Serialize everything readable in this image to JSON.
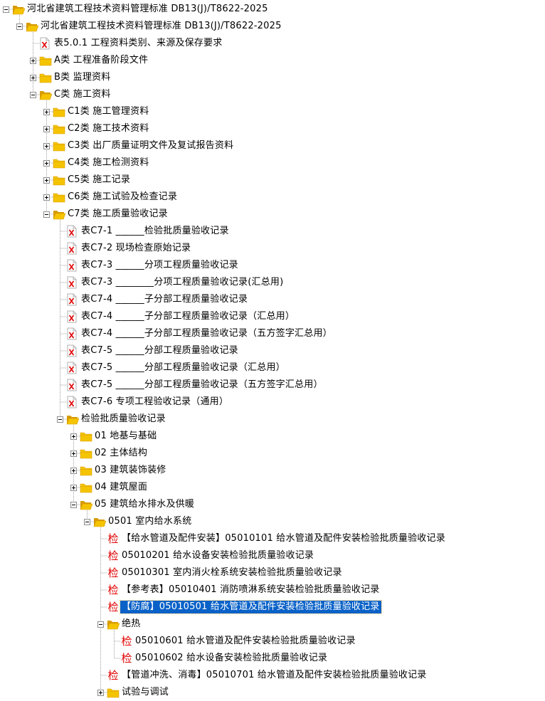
{
  "tree": {
    "items": [
      {
        "level": 0,
        "icon": "folder-open-icon",
        "toggle": "expanded",
        "text": "河北省建筑工程技术资料管理标准 DB13(J)/T8622-2025"
      },
      {
        "level": 1,
        "icon": "folder-open-icon",
        "toggle": "expanded",
        "text": "河北省建筑工程技术资料管理标准 DB13(J)/T8622-2025"
      },
      {
        "level": 2,
        "icon": "excel-file-icon",
        "toggle": "none",
        "text": "表5.0.1 工程资料类别、来源及保存要求"
      },
      {
        "level": 2,
        "icon": "folder-closed-icon",
        "toggle": "collapsed",
        "text": "A类 工程准备阶段文件"
      },
      {
        "level": 2,
        "icon": "folder-closed-icon",
        "toggle": "collapsed",
        "text": "B类 监理资料"
      },
      {
        "level": 2,
        "icon": "folder-open-icon",
        "toggle": "expanded",
        "text": "C类 施工资料"
      },
      {
        "level": 3,
        "icon": "folder-closed-icon",
        "toggle": "collapsed",
        "text": "C1类 施工管理资料"
      },
      {
        "level": 3,
        "icon": "folder-closed-icon",
        "toggle": "collapsed",
        "text": "C2类 施工技术资料"
      },
      {
        "level": 3,
        "icon": "folder-closed-icon",
        "toggle": "collapsed",
        "text": "C3类 出厂质量证明文件及复试报告资料"
      },
      {
        "level": 3,
        "icon": "folder-closed-icon",
        "toggle": "collapsed",
        "text": "C4类 施工检测资料"
      },
      {
        "level": 3,
        "icon": "folder-closed-icon",
        "toggle": "collapsed",
        "text": "C5类 施工记录"
      },
      {
        "level": 3,
        "icon": "folder-closed-icon",
        "toggle": "collapsed",
        "text": "C6类 施工试验及检查记录"
      },
      {
        "level": 3,
        "icon": "folder-open-icon",
        "toggle": "expanded",
        "text": "C7类 施工质量验收记录"
      },
      {
        "level": 4,
        "icon": "excel-file-icon",
        "toggle": "none",
        "text": "表C7-1 ______检验批质量验收记录"
      },
      {
        "level": 4,
        "icon": "excel-file-icon",
        "toggle": "none",
        "text": "表C7-2 现场检查原始记录"
      },
      {
        "level": 4,
        "icon": "excel-file-icon",
        "toggle": "none",
        "text": "表C7-3 ______分项工程质量验收记录"
      },
      {
        "level": 4,
        "icon": "excel-file-icon",
        "toggle": "none",
        "text": "表C7-3 ________分项工程质量验收记录(汇总用)"
      },
      {
        "level": 4,
        "icon": "excel-file-icon",
        "toggle": "none",
        "text": "表C7-4 ______子分部工程质量验收记录"
      },
      {
        "level": 4,
        "icon": "excel-file-icon",
        "toggle": "none",
        "text": "表C7-4 ______子分部工程质量验收记录（汇总用）"
      },
      {
        "level": 4,
        "icon": "excel-file-icon",
        "toggle": "none",
        "text": "表C7-4 ______子分部工程质量验收记录（五方签字汇总用）"
      },
      {
        "level": 4,
        "icon": "excel-file-icon",
        "toggle": "none",
        "text": "表C7-5 ______分部工程质量验收记录"
      },
      {
        "level": 4,
        "icon": "excel-file-icon",
        "toggle": "none",
        "text": "表C7-5 ______分部工程质量验收记录（汇总用）"
      },
      {
        "level": 4,
        "icon": "excel-file-icon",
        "toggle": "none",
        "text": "表C7-5 ______分部工程质量验收记录（五方签字汇总用）"
      },
      {
        "level": 4,
        "icon": "excel-file-icon",
        "toggle": "none",
        "text": "表C7-6 专项工程验收记录（通用）"
      },
      {
        "level": 4,
        "icon": "folder-open-icon",
        "toggle": "expanded",
        "text": "检验批质量验收记录"
      },
      {
        "level": 5,
        "icon": "folder-closed-icon",
        "toggle": "collapsed",
        "text": "01 地基与基础"
      },
      {
        "level": 5,
        "icon": "folder-closed-icon",
        "toggle": "collapsed",
        "text": "02 主体结构"
      },
      {
        "level": 5,
        "icon": "folder-closed-icon",
        "toggle": "collapsed",
        "text": "03 建筑装饰装修"
      },
      {
        "level": 5,
        "icon": "folder-closed-icon",
        "toggle": "collapsed",
        "text": "04 建筑屋面"
      },
      {
        "level": 5,
        "icon": "folder-open-icon",
        "toggle": "expanded",
        "text": "05 建筑给水排水及供暖"
      },
      {
        "level": 6,
        "icon": "folder-open-icon",
        "toggle": "expanded",
        "text": "0501 室内给水系统"
      },
      {
        "level": 7,
        "icon": "jian-icon",
        "toggle": "none",
        "text": "【给水管道及配件安装】05010101 给水管道及配件安装检验批质量验收记录"
      },
      {
        "level": 7,
        "icon": "jian-icon",
        "toggle": "none",
        "text": "05010201 给水设备安装检验批质量验收记录"
      },
      {
        "level": 7,
        "icon": "jian-icon",
        "toggle": "none",
        "text": "05010301 室内消火栓系统安装检验批质量验收记录"
      },
      {
        "level": 7,
        "icon": "jian-icon",
        "toggle": "none",
        "text": "【参考表】05010401 消防喷淋系统安装检验批质量验收记录"
      },
      {
        "level": 7,
        "icon": "jian-icon",
        "toggle": "none",
        "text": "【防腐】05010501 给水管道及配件安装检验批质量验收记录",
        "selected": true
      },
      {
        "level": 7,
        "icon": "folder-open-icon",
        "toggle": "expanded",
        "text": "绝热"
      },
      {
        "level": 8,
        "icon": "jian-icon",
        "toggle": "none",
        "text": "05010601 给水管道及配件安装检验批质量验收记录"
      },
      {
        "level": 8,
        "icon": "jian-icon",
        "toggle": "none",
        "text": "05010602 给水设备安装检验批质量验收记录"
      },
      {
        "level": 7,
        "icon": "jian-icon",
        "toggle": "none",
        "text": "【管道冲洗、消毒】05010701 给水管道及配件安装检验批质量验收记录"
      },
      {
        "level": 7,
        "icon": "folder-closed-icon",
        "toggle": "collapsed",
        "text": "试验与调试"
      }
    ],
    "jian_glyph": "检",
    "colors": {
      "folder": "#f5c400",
      "folder_dark": "#d79b00",
      "excel_red": "#e00000",
      "selection": "#0a62c8",
      "tree_line": "#a0a0a0"
    }
  }
}
